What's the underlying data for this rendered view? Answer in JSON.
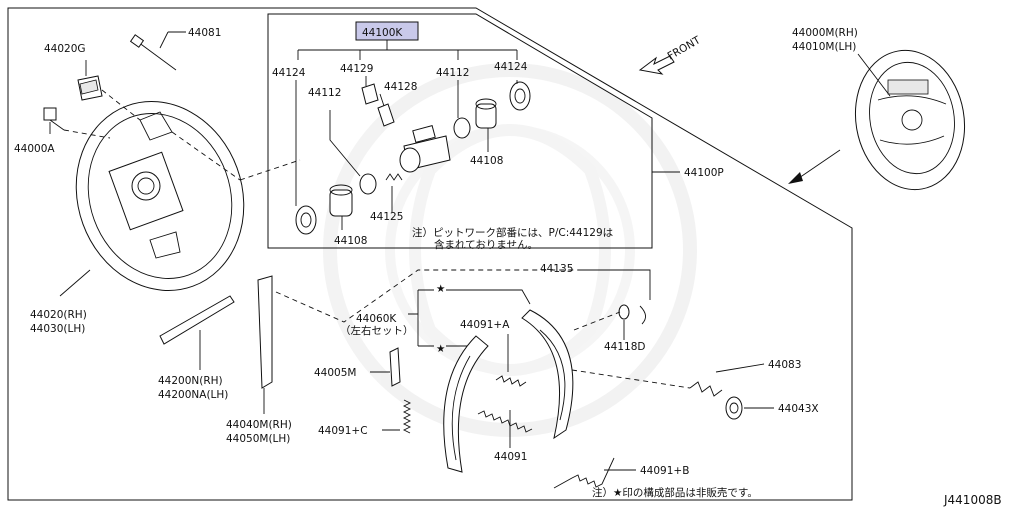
{
  "diagram_id": "J441008B",
  "kit_label": "44100K",
  "front_label": "FRONT",
  "callouts": {
    "p44081": "44081",
    "p44020G": "44020G",
    "p44000A": "44000A",
    "p44020RH": "44020(RH)",
    "p44030LH": "44030(LH)",
    "p44124a": "44124",
    "p44129": "44129",
    "p44112a": "44112",
    "p44128": "44128",
    "p44112b": "44112",
    "p44124b": "44124",
    "p44108a": "44108",
    "p44125": "44125",
    "p44108b": "44108",
    "p44100P": "44100P",
    "p44000M": "44000M(RH)",
    "p44010M": "44010M(LH)",
    "p44135": "44135",
    "p44060K": "44060K",
    "p44060K_sub": "（左右セット）",
    "p44091A": "44091+A",
    "p44118D": "44118D",
    "p44005M": "44005M",
    "p44083": "44083",
    "p44043X": "44043X",
    "p44200N": "44200N(RH)",
    "p44200NA": "44200NA(LH)",
    "p44040M": "44040M(RH)",
    "p44050M": "44050M(LH)",
    "p44091C": "44091+C",
    "p44091": "44091",
    "p44091B": "44091+B"
  },
  "notes": {
    "pitwork_line1": "注）ピットワーク部番には、P/C:44129は",
    "pitwork_line2": "含まれておりません。",
    "not_sold": "注）★印の構成部品は非販売です。"
  },
  "colors": {
    "line": "#111111",
    "highlight": "#c9c9ea",
    "watermark": "#eeeeee"
  }
}
